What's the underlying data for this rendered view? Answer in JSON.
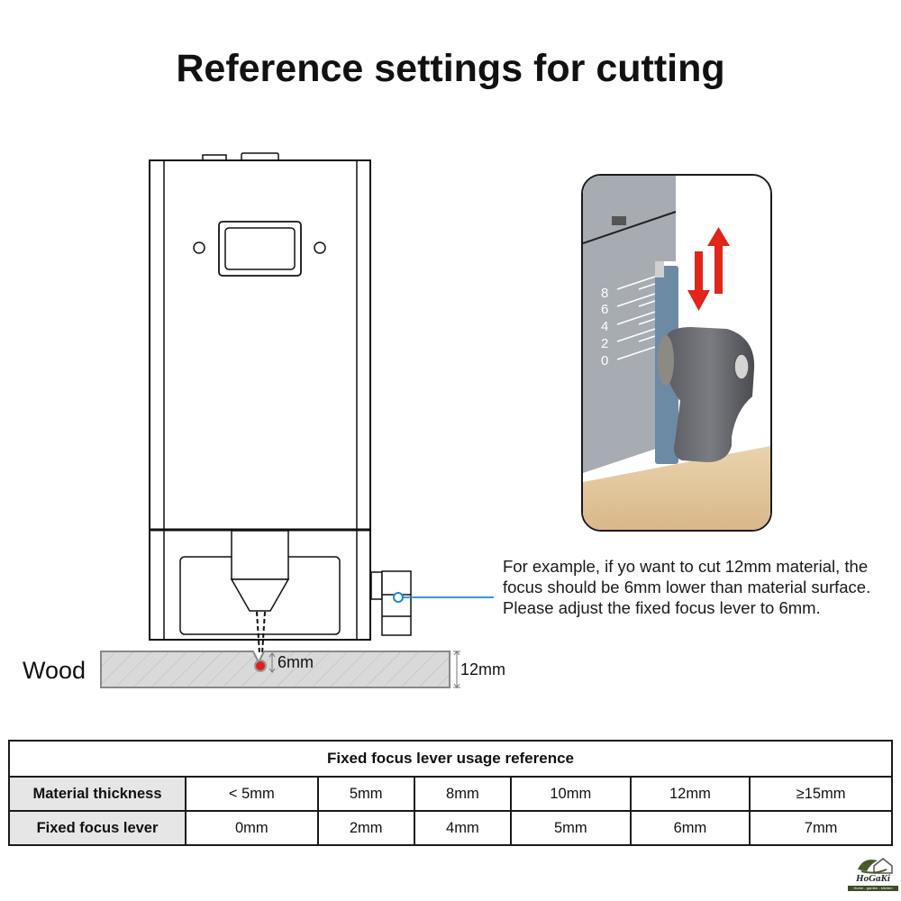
{
  "title": "Reference settings for cutting",
  "diagram": {
    "material_label": "Wood",
    "focus_depth_label": "6mm",
    "material_thickness_label": "12mm",
    "focus_point_color": "#e02020",
    "callout_line_color": "#1e88d8"
  },
  "photo": {
    "scale_marks": [
      "8",
      "6",
      "4",
      "2",
      "0"
    ],
    "arrow_color": "#e3241b",
    "arrows": [
      "arrow-down-icon",
      "arrow-up-icon"
    ]
  },
  "description": "For example, if yo want to cut 12mm material, the focus should be 6mm lower than material surface. Please adjust the fixed focus lever to 6mm.",
  "table": {
    "title": "Fixed focus lever usage reference",
    "rows": [
      {
        "header": "Material thickness",
        "cells": [
          "< 5mm",
          "5mm",
          "8mm",
          "10mm",
          "12mm",
          "≥15mm"
        ]
      },
      {
        "header": "Fixed focus lever",
        "cells": [
          "0mm",
          "2mm",
          "4mm",
          "5mm",
          "6mm",
          "7mm"
        ]
      }
    ]
  },
  "logo": {
    "brand": "HoGaKi",
    "tagline": "Home - garden - kitchen"
  }
}
